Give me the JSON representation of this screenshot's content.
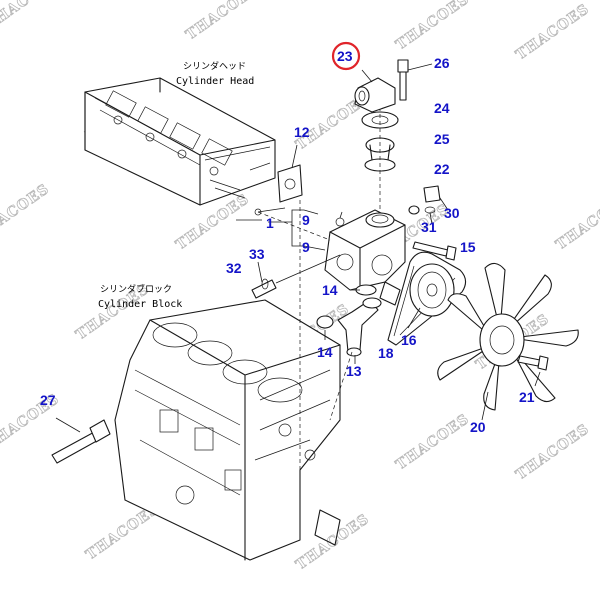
{
  "watermark": {
    "text": "THACOES",
    "color": "#b8b8b8"
  },
  "colors": {
    "callout": "#1414c8",
    "highlight_ring": "#e0242a",
    "line": "#1a1a1a"
  },
  "labels": {
    "cylinder_head_jp": "シリンダヘッド",
    "cylinder_head_en": "Cylinder Head",
    "cylinder_block_jp": "シリンダブロック",
    "cylinder_block_en": "Cylinder Block"
  },
  "callouts": {
    "p1": "1",
    "p9a": "9",
    "p9b": "9",
    "p12": "12",
    "p13": "13",
    "p14a": "14",
    "p14b": "14",
    "p15": "15",
    "p16": "16",
    "p18": "18",
    "p20": "20",
    "p21": "21",
    "p22": "22",
    "p23": "23",
    "p24": "24",
    "p25": "25",
    "p26": "26",
    "p27": "27",
    "p30": "30",
    "p31": "31",
    "p32": "32",
    "p33": "33"
  },
  "highlighted_part": "23"
}
